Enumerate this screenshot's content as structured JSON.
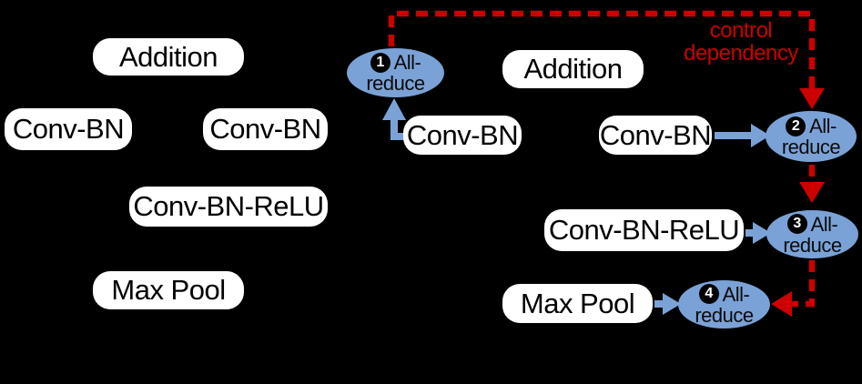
{
  "colors": {
    "background": "#000000",
    "node_fill": "#ffffff",
    "node_text": "#000000",
    "allreduce_fill": "#7ba2d7",
    "data_arrow_blue": "#7ba2d7",
    "control_arrow_red": "#cc0000",
    "badge_fill": "#000000",
    "badge_text": "#ffffff"
  },
  "left_graph": {
    "addition": "Addition",
    "conv_bn_left": "Conv-BN",
    "conv_bn_right": "Conv-BN",
    "conv_bn_relu": "Conv-BN-ReLU",
    "max_pool": "Max Pool"
  },
  "right_graph": {
    "addition": "Addition",
    "conv_bn_left": "Conv-BN",
    "conv_bn_right": "Conv-BN",
    "conv_bn_relu": "Conv-BN-ReLU",
    "max_pool": "Max Pool"
  },
  "allreduce": [
    {
      "number": "1",
      "label_line1": "All-",
      "label_line2": "reduce"
    },
    {
      "number": "2",
      "label_line1": "All-",
      "label_line2": "reduce"
    },
    {
      "number": "3",
      "label_line1": "All-",
      "label_line2": "reduce"
    },
    {
      "number": "4",
      "label_line1": "All-",
      "label_line2": "reduce"
    }
  ],
  "annotation": {
    "control_line1": "control",
    "control_line2": "dependency"
  }
}
